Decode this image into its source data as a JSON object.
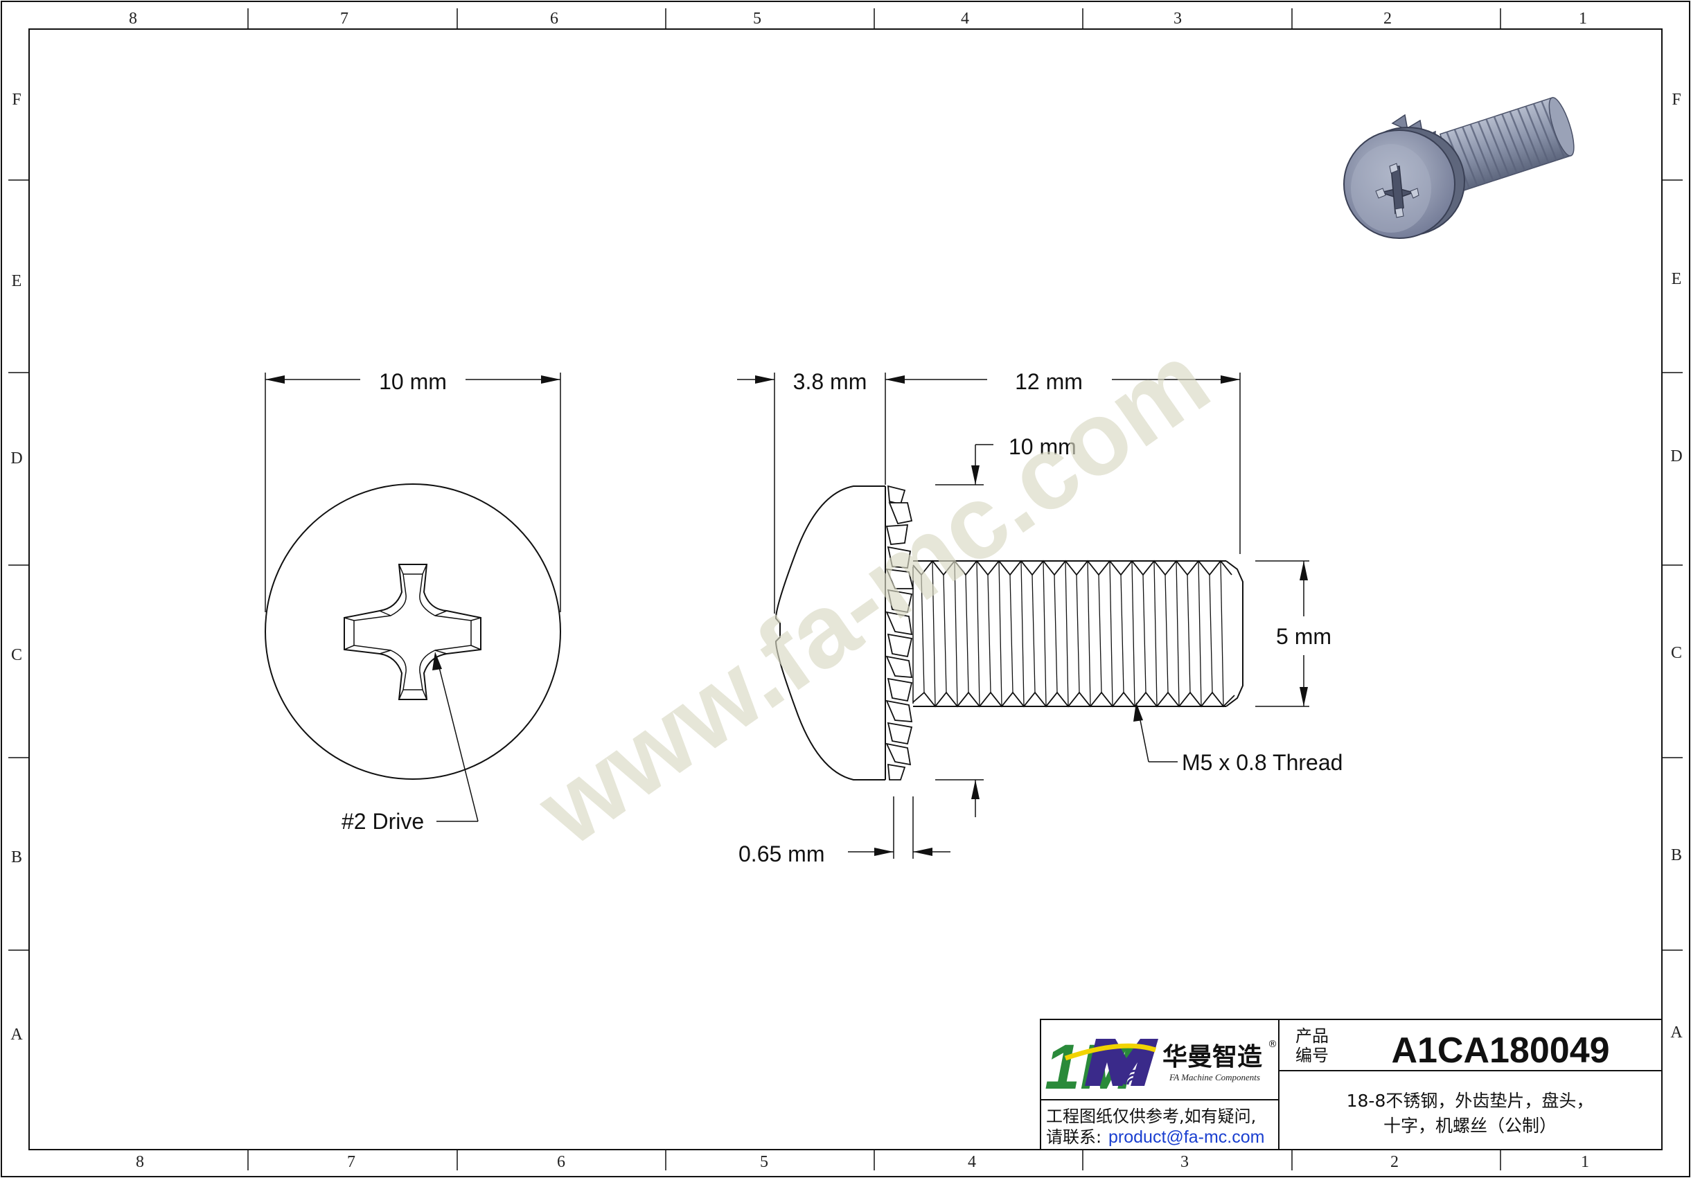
{
  "zones": {
    "columns": [
      "8",
      "7",
      "6",
      "5",
      "4",
      "3",
      "2",
      "1"
    ],
    "rows": [
      "F",
      "E",
      "D",
      "C",
      "B",
      "A"
    ]
  },
  "watermark": "www.fa-mc.com",
  "dimensions": {
    "head_diameter": "10 mm",
    "head_height": "3.8 mm",
    "length": "12 mm",
    "washer_diameter": "10 mm",
    "thread_diameter": "5 mm",
    "washer_thickness": "0.65 mm",
    "drive": "#2 Drive",
    "thread_spec": "M5 x 0.8 Thread"
  },
  "title_block": {
    "logo_mark": "1M",
    "brand_cn": "华曼智造",
    "brand_en": "FA Machine Components",
    "registered": "®",
    "disclaimer_line1": "工程图纸仅供参考,如有疑问,",
    "disclaimer_line2_prefix": "请联系:",
    "contact_email": "product@fa-mc.com",
    "product_label_line1": "产品",
    "product_label_line2": "编号",
    "product_number": "A1CA180049",
    "description_line1": "18-8不锈钢，外齿垫片，盘头，",
    "description_line2": "十字，机螺丝（公制）"
  },
  "colors": {
    "line": "#111111",
    "watermark": "#d9d9c4",
    "logo_green": "#2a8a3a",
    "logo_purple": "#3a2a8a",
    "logo_yellow": "#f2d400",
    "email_blue": "#1a3fd0",
    "render_steel": "#8e97ad"
  }
}
